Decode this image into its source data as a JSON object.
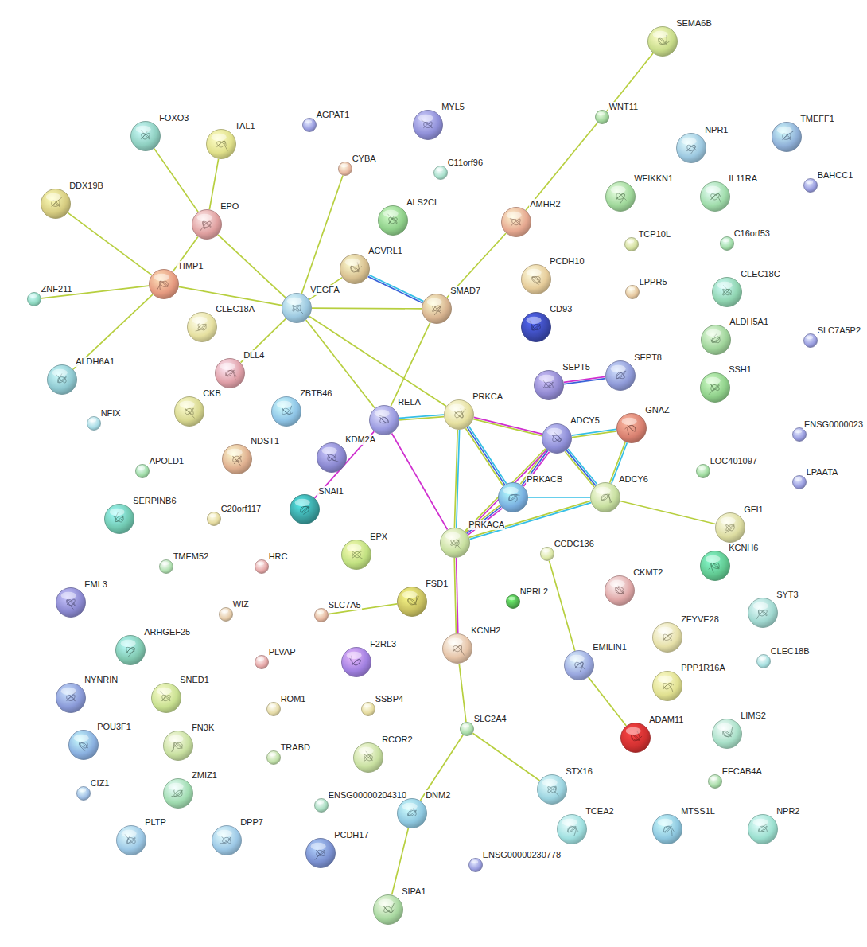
{
  "diagram": {
    "nodes": [
      {
        "text": [
          "SEMA6B"
        ]
      },
      {
        "text": [
          "WNT11"
        ]
      },
      {
        "text": [
          "AGPAT1"
        ]
      },
      {
        "text": [
          "MYL5"
        ]
      },
      {
        "text": [
          "FOXO3"
        ]
      },
      {
        "text": [
          "TMEFF1"
        ]
      },
      {
        "text": [
          "TAL1"
        ]
      },
      {
        "text": [
          "NPR1"
        ]
      },
      {
        "text": [
          "CYBA"
        ]
      },
      {
        "text": [
          "C11orf96"
        ]
      },
      {
        "text": [
          "BAHCC1"
        ]
      },
      {
        "text": [
          "WFIKKN1"
        ]
      },
      {
        "text": [
          "IL11RA"
        ]
      },
      {
        "text": [
          "DDX19B"
        ]
      },
      {
        "text": [
          "ALS2CL"
        ]
      },
      {
        "text": [
          "AMHR2"
        ]
      },
      {
        "text": [
          "EPO"
        ]
      },
      {
        "text": [
          "C16orf53"
        ]
      },
      {
        "text": [
          "TCP10L"
        ]
      },
      {
        "text": [
          "ACVRL1"
        ]
      },
      {
        "text": [
          "PCDH10"
        ]
      },
      {
        "text": [
          "TIMP1"
        ]
      },
      {
        "text": [
          "LPPR5"
        ]
      },
      {
        "text": [
          "CLEC18C"
        ]
      },
      {
        "text": [
          "ZNF211"
        ]
      },
      {
        "text": [
          "VEGFA"
        ]
      },
      {
        "text": [
          "SMAD7"
        ]
      },
      {
        "text": [
          "CLEC18A"
        ]
      },
      {
        "text": [
          "CD93"
        ]
      },
      {
        "text": [
          "ALDH5A1"
        ]
      },
      {
        "text": [
          "SLC7A5P2"
        ]
      },
      {
        "text": [
          "DLL4"
        ]
      },
      {
        "text": [
          "SEPT8"
        ]
      },
      {
        "text": [
          "ALDH6A1"
        ]
      },
      {
        "text": [
          "SEPT5"
        ]
      },
      {
        "text": [
          "SSH1"
        ]
      },
      {
        "text": [
          "CKB"
        ]
      },
      {
        "text": [
          "ZBTB46"
        ]
      },
      {
        "text": [
          "PRKCA"
        ]
      },
      {
        "text": [
          "RELA"
        ]
      },
      {
        "text": [
          "NFIX"
        ]
      },
      {
        "text": [
          "GNAZ"
        ]
      },
      {
        "text": [
          "ADCY5"
        ]
      },
      {
        "text": [
          "ENSG0000023"
        ]
      },
      {
        "text": [
          "KDM2A"
        ]
      },
      {
        "text": [
          "NDST1"
        ]
      },
      {
        "text": [
          "APOLD1"
        ]
      },
      {
        "text": [
          "LOC401097"
        ]
      },
      {
        "text": [
          "LPAATA"
        ]
      },
      {
        "text": [
          "PRKACB"
        ]
      },
      {
        "text": [
          "ADCY6"
        ]
      },
      {
        "text": [
          "SNAI1"
        ]
      },
      {
        "text": [
          "SERPINB6"
        ]
      },
      {
        "text": [
          "C20orf117"
        ]
      },
      {
        "text": [
          "GFI1"
        ]
      },
      {
        "text": [
          "PRKACA"
        ]
      },
      {
        "text": [
          "EPX"
        ]
      },
      {
        "text": [
          "CCDC136"
        ]
      },
      {
        "text": [
          "TMEM52"
        ]
      },
      {
        "text": [
          "HRC"
        ]
      },
      {
        "text": [
          "KCNH6"
        ]
      },
      {
        "text": [
          "CKMT2"
        ]
      },
      {
        "text": [
          "FSD1"
        ]
      },
      {
        "text": [
          "NPRL2"
        ]
      },
      {
        "text": [
          "EML3"
        ]
      },
      {
        "text": [
          "SYT3"
        ]
      },
      {
        "text": [
          "WIZ"
        ]
      },
      {
        "text": [
          "SLC7A5"
        ]
      },
      {
        "text": [
          "ZFYVE28"
        ]
      },
      {
        "text": [
          "KCNH2"
        ]
      },
      {
        "text": [
          "ARHGEF25"
        ]
      },
      {
        "text": [
          "PLVAP"
        ]
      },
      {
        "text": [
          "F2RL3"
        ]
      },
      {
        "text": [
          "CLEC18B"
        ]
      },
      {
        "text": [
          "EMILIN1"
        ]
      },
      {
        "text": [
          "PPP1R16A"
        ]
      },
      {
        "text": [
          "NYNRIN"
        ]
      },
      {
        "text": [
          "SNED1"
        ]
      },
      {
        "text": [
          "ROM1"
        ]
      },
      {
        "text": [
          "SSBP4"
        ]
      },
      {
        "text": [
          "SLC2A4"
        ]
      },
      {
        "text": [
          "LIMS2"
        ]
      },
      {
        "text": [
          "ADAM11"
        ]
      },
      {
        "text": [
          "POU3F1"
        ]
      },
      {
        "text": [
          "FN3K"
        ]
      },
      {
        "text": [
          "TRABD"
        ]
      },
      {
        "text": [
          "RCOR2"
        ]
      },
      {
        "text": [
          "EFCAB4A"
        ]
      },
      {
        "text": [
          "STX16"
        ]
      },
      {
        "text": [
          "CIZ1"
        ]
      },
      {
        "text": [
          "ZMIZ1"
        ]
      },
      {
        "text": [
          "ENSG00000204310"
        ]
      },
      {
        "text": [
          "DNM2"
        ]
      },
      {
        "text": [
          "TCEA2"
        ]
      },
      {
        "text": [
          "MTSS1L"
        ]
      },
      {
        "text": [
          "NPR2"
        ]
      },
      {
        "text": [
          "PLTP"
        ]
      },
      {
        "text": [
          "DPP7"
        ]
      },
      {
        "text": [
          "PCDH17"
        ]
      },
      {
        "text": [
          "ENSG00000230778"
        ]
      },
      {
        "text": [
          "SIPA1"
        ]
      }
    ],
    "edges": [
      {
        "from": 0,
        "to": 1,
        "arrow": "none"
      },
      {
        "from": 1,
        "to": 15,
        "arrow": "none"
      },
      {
        "from": 15,
        "to": 26,
        "arrow": "none"
      },
      {
        "from": 4,
        "to": 16,
        "arrow": "none"
      },
      {
        "from": 6,
        "to": 16,
        "arrow": "none"
      },
      {
        "from": 16,
        "to": 21,
        "arrow": "none"
      },
      {
        "from": 16,
        "to": 25,
        "arrow": "none"
      },
      {
        "from": 13,
        "to": 21,
        "arrow": "none"
      },
      {
        "from": 24,
        "to": 21,
        "arrow": "none"
      },
      {
        "from": 33,
        "to": 21,
        "arrow": "none"
      },
      {
        "from": 21,
        "to": 25,
        "arrow": "none"
      },
      {
        "from": 8,
        "to": 25,
        "arrow": "none"
      },
      {
        "from": 25,
        "to": 19,
        "arrow": "none"
      },
      {
        "from": 25,
        "to": 26,
        "arrow": "none"
      },
      {
        "from": 25,
        "to": 31,
        "arrow": "none"
      },
      {
        "from": 25,
        "to": 39,
        "arrow": "none"
      },
      {
        "from": 25,
        "to": 38,
        "arrow": "none"
      },
      {
        "from": 19,
        "to": 26,
        "arrow": "none"
      },
      {
        "from": 26,
        "to": 39,
        "arrow": "none"
      },
      {
        "from": 39,
        "to": 38,
        "arrow": "none"
      },
      {
        "from": 39,
        "to": 55,
        "arrow": "none"
      },
      {
        "from": 39,
        "to": 51,
        "arrow": "none"
      },
      {
        "from": 38,
        "to": 42,
        "arrow": "none"
      },
      {
        "from": 38,
        "to": 49,
        "arrow": "none"
      },
      {
        "from": 38,
        "to": 55,
        "arrow": "none"
      },
      {
        "from": 42,
        "to": 49,
        "arrow": "none"
      },
      {
        "from": 42,
        "to": 55,
        "arrow": "none"
      },
      {
        "from": 42,
        "to": 41,
        "arrow": "none"
      },
      {
        "from": 42,
        "to": 50,
        "arrow": "none"
      },
      {
        "from": 49,
        "to": 50,
        "arrow": "none"
      },
      {
        "from": 49,
        "to": 55,
        "arrow": "none"
      },
      {
        "from": 55,
        "to": 50,
        "arrow": "none"
      },
      {
        "from": 41,
        "to": 50,
        "arrow": "none"
      },
      {
        "from": 50,
        "to": 54,
        "arrow": "none"
      },
      {
        "from": 55,
        "to": 69,
        "arrow": "none"
      },
      {
        "from": 69,
        "to": 80,
        "arrow": "none"
      },
      {
        "from": 80,
        "to": 92,
        "arrow": "none"
      },
      {
        "from": 80,
        "to": 88,
        "arrow": "none"
      },
      {
        "from": 92,
        "to": 100,
        "arrow": "none"
      },
      {
        "from": 62,
        "to": 67,
        "arrow": "none"
      },
      {
        "from": 34,
        "to": 32,
        "arrow": "none"
      },
      {
        "from": 57,
        "to": 74,
        "arrow": "none"
      },
      {
        "from": 74,
        "to": 82,
        "arrow": "none"
      }
    ]
  }
}
